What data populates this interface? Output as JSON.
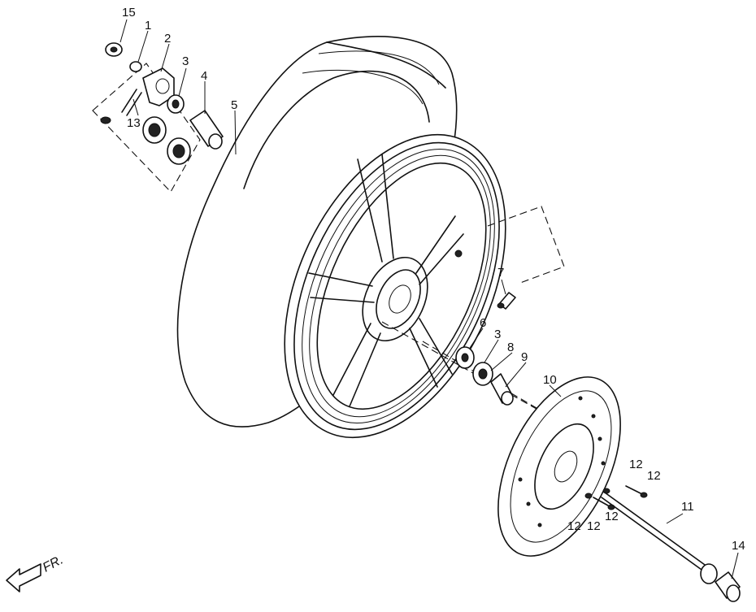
{
  "callouts": [
    {
      "id": "c15",
      "text": "15"
    },
    {
      "id": "c1",
      "text": "1"
    },
    {
      "id": "c2",
      "text": "2"
    },
    {
      "id": "c3a",
      "text": "3"
    },
    {
      "id": "c4",
      "text": "4"
    },
    {
      "id": "c5",
      "text": "5"
    },
    {
      "id": "c13",
      "text": "13"
    },
    {
      "id": "c7",
      "text": "7"
    },
    {
      "id": "c6",
      "text": "6"
    },
    {
      "id": "c3b",
      "text": "3"
    },
    {
      "id": "c8",
      "text": "8"
    },
    {
      "id": "c9",
      "text": "9"
    },
    {
      "id": "c10",
      "text": "10"
    },
    {
      "id": "c12a",
      "text": "12"
    },
    {
      "id": "c12b",
      "text": "12"
    },
    {
      "id": "c12c",
      "text": "12"
    },
    {
      "id": "c12d",
      "text": "12"
    },
    {
      "id": "c12e",
      "text": "12"
    },
    {
      "id": "c11",
      "text": "11"
    },
    {
      "id": "c14",
      "text": "14"
    }
  ],
  "direction_label": "FR."
}
